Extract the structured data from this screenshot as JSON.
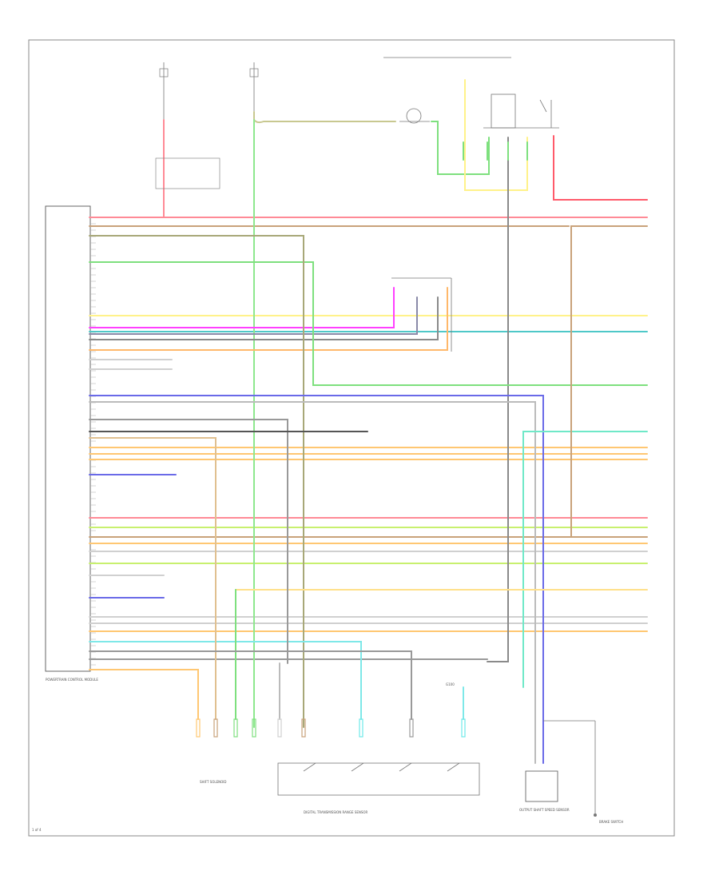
{
  "colors": {
    "red": "#ff8a96",
    "pink": "#ff6fa8",
    "green": "#7ee07e",
    "yellow": "#fff28a",
    "orange": "#ffc772",
    "tan": "#c9a27a",
    "blue": "#6a6ae8",
    "cyan": "#6fe8e8",
    "teal": "#4fc8c8",
    "gray": "#9a9a9a",
    "darkgray": "#555555",
    "lightgray": "#d0d0d0",
    "magenta": "#ff40ff",
    "lime": "#c8f06e"
  },
  "page_number": "1 of 4",
  "labels": {
    "pcm": "POWERTRAIN CONTROL MODULE",
    "trans": "DIGITAL TRANSMISSION RANGE SENSOR",
    "speed": "OUTPUT SHAFT SPEED SENSOR",
    "solenoid": "SHIFT SOLENOID",
    "brake": "BRAKE SWITCH",
    "ground": "G100"
  }
}
